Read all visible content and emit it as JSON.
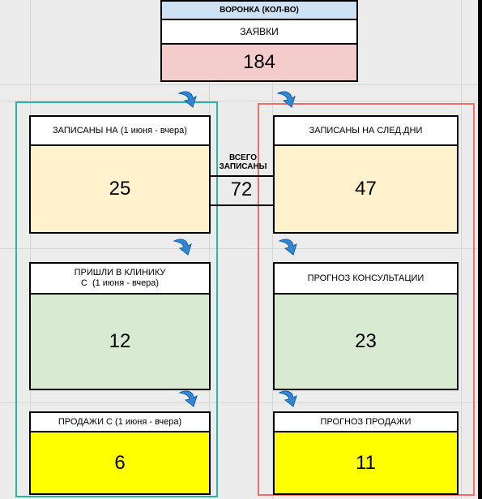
{
  "funnel": {
    "title": "ВОРОНКА (КОЛ-ВО)",
    "requests_label": "ЗАЯВКИ",
    "requests_value": "184",
    "total": {
      "label_line1": "ВСЕГО",
      "label_line2": "ЗАПИСАНЫ",
      "value": "72"
    },
    "left": {
      "booked_label": "ЗАПИСАНЫ НА (1 июня - вчера)",
      "booked_value": "25",
      "visited_label_line1": "ПРИШЛИ В КЛИНИКУ",
      "visited_label_line2": "С  (1 июня - вчера)",
      "visited_value": "12",
      "sales_label": "ПРОДАЖИ С (1 июня - вчера)",
      "sales_value": "6"
    },
    "right": {
      "booked_label": "ЗАПИСАНЫ НА СЛЕД.ДНИ",
      "booked_value": "47",
      "consult_label": "ПРОГНОЗ КОНСУЛЬТАЦИИ",
      "consult_value": "23",
      "sales_label": "ПРОГНОЗ ПРОДАЖИ",
      "sales_value": "11"
    }
  },
  "colors": {
    "title_bg": "#cfe2f3",
    "requests_bg": "#f4cccc",
    "booked_bg": "#fff2cc",
    "visited_bg": "#d9ead3",
    "sales_bg": "#ffff00",
    "left_frame": "#27b79e",
    "right_frame": "#ef6c6c",
    "arrow": "#2f87d6"
  }
}
